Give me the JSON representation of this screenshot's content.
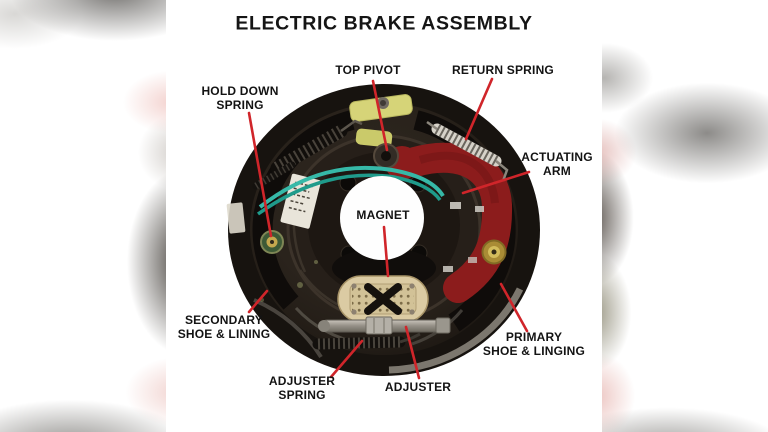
{
  "figure": {
    "title": "ELECTRIC BRAKE ASSEMBLY",
    "labels": {
      "top_pivot": "TOP PIVOT",
      "return_spring": "RETURN SPRING",
      "hold_down_spring": "HOLD DOWN\nSPRING",
      "actuating_arm": "ACTUATING\nARM",
      "magnet": "MAGNET",
      "secondary_shoe": "SECONDARY\nSHOE & LINING",
      "primary_shoe": "PRIMARY\nSHOE & LINGING",
      "adjuster_spring": "ADJUSTER\nSPRING",
      "adjuster": "ADJUSTER"
    },
    "colors": {
      "background": "#ffffff",
      "label_text": "#131313",
      "leader_line": "#d0252a",
      "actuating_arm_red": "#8c1c1c",
      "backing_plate_brown": "#2a231c",
      "magnet_tan": "#dbcba3",
      "wire_teal": "#36b9a8",
      "return_spring_silver": "#d6d2c9"
    }
  }
}
